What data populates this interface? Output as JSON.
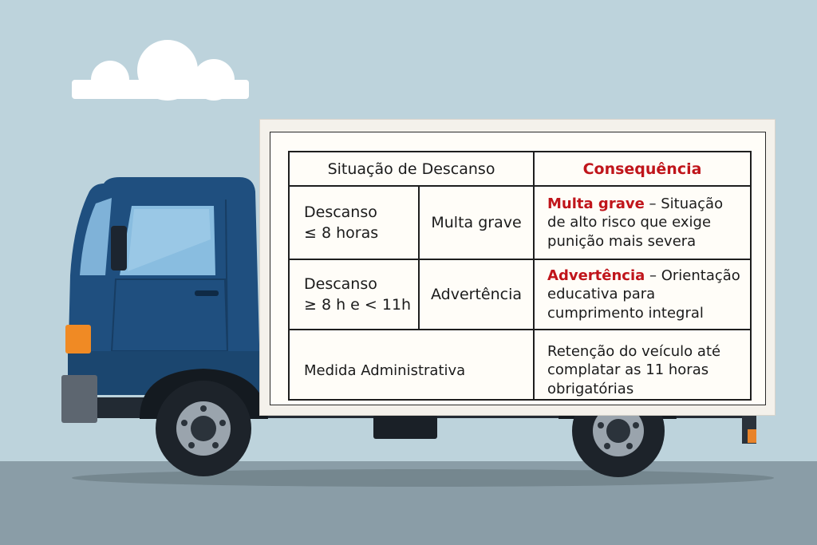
{
  "table": {
    "header": {
      "situation": "Situação de Descanso",
      "consequence": "Consequência"
    },
    "rows": [
      {
        "situation_line1": "Descanso",
        "situation_line2": "≤ 8 horas",
        "penalty": "Multa grave",
        "consequence_highlight": "Multa grave",
        "consequence_text": " – Situação de alto risco que exige punição mais severa"
      },
      {
        "situation_line1": "Descanso",
        "situation_line2": "≥ 8 h e < 11h",
        "penalty": "Advertência",
        "consequence_highlight": "Advertência",
        "consequence_text": " – Orientação educativa para cumprimento integral"
      }
    ],
    "admin": {
      "label": "Medida Administrativa",
      "consequence": "Retenção do veículo até complatar as 11 horas obrigatórias"
    }
  },
  "colors": {
    "sky": "#bdd3dc",
    "truck_cab": "#1f4f7f",
    "highlight_red": "#c0151b"
  }
}
